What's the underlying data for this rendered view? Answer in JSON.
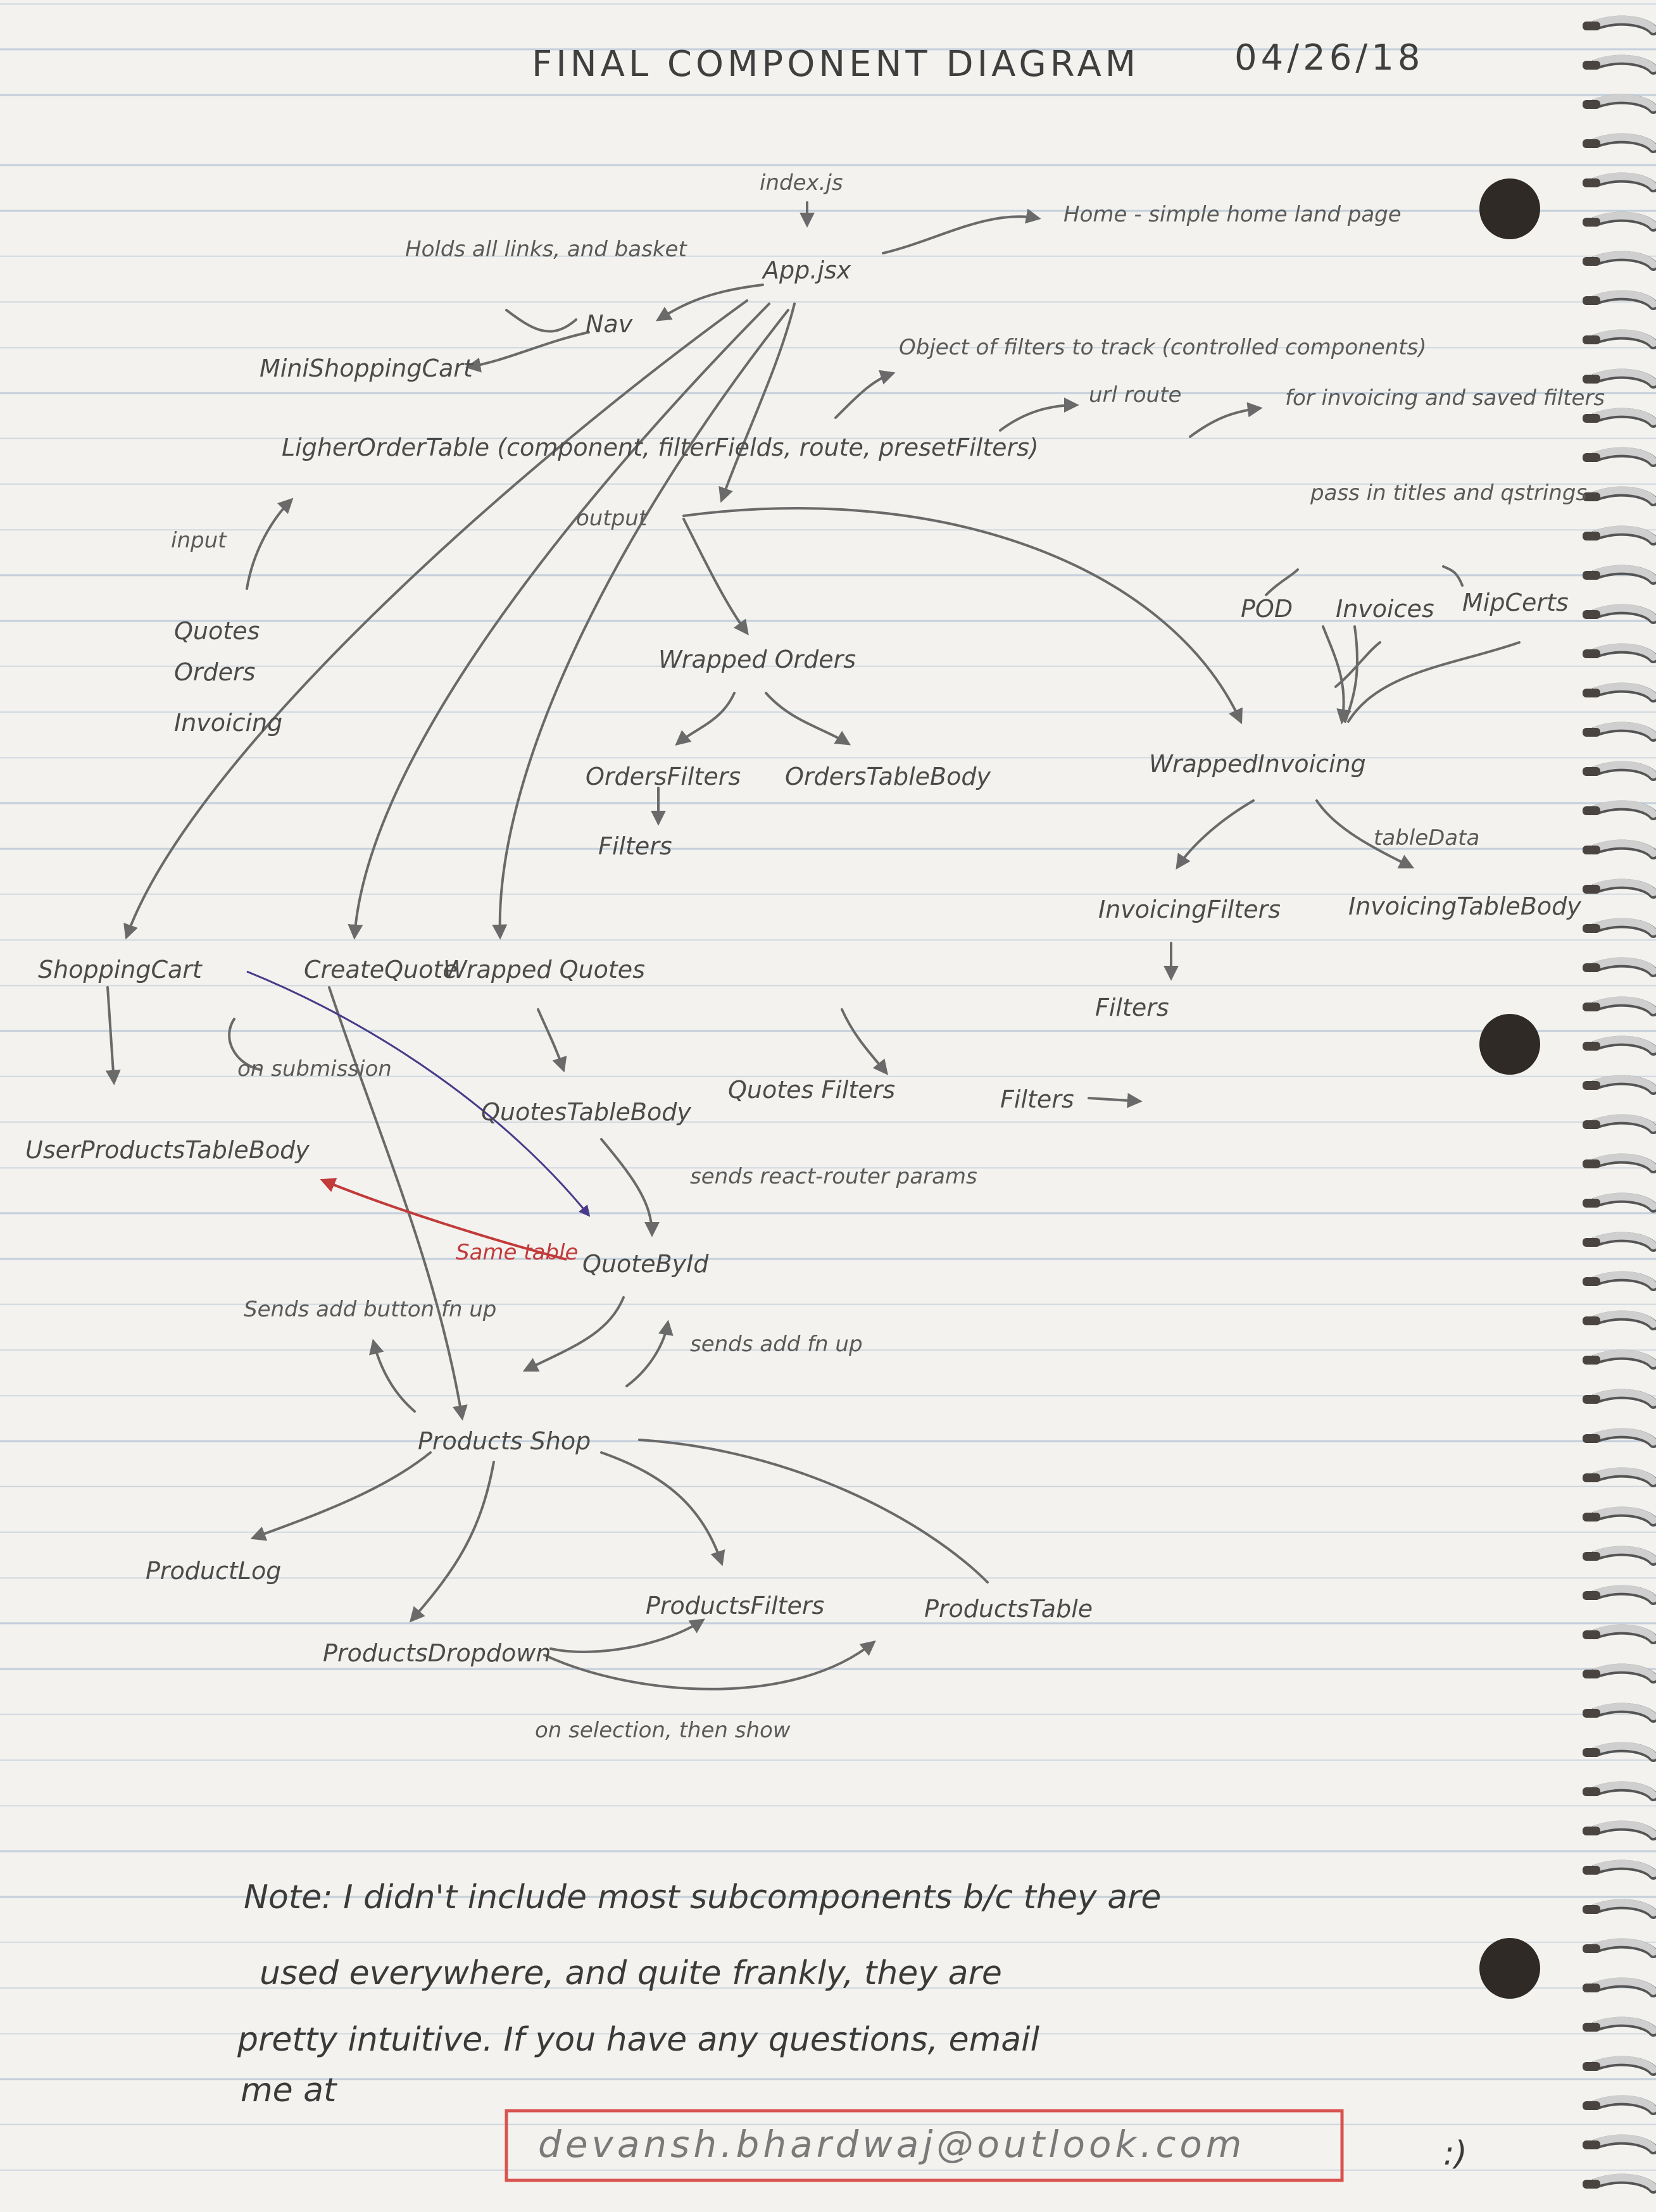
{
  "title": "FINAL COMPONENT DIAGRAM",
  "date": "04/26/18",
  "nodes": {
    "index": "index.js",
    "app": "App.jsx",
    "home": "Home - simple home land page",
    "nav_note": "Holds all links, and basket",
    "nav": "Nav",
    "mini_cart": "MiniShoppingCart",
    "ligher_order_table": "LigherOrderTable (component, filterFields, route, presetFilters)",
    "filters_note": "Object of filters to track (controlled components)",
    "url_route": "url route",
    "invoicing_note": "for invoicing and saved filters",
    "pass_titles": "pass in titles and qstrings",
    "input": "input",
    "output": "output",
    "quotes": "Quotes",
    "orders": "Orders",
    "invoicing": "Invoicing",
    "pod": "POD",
    "invoices": "Invoices",
    "mipcerts": "MipCerts",
    "wrapped_orders": "Wrapped Orders",
    "orders_filters": "OrdersFilters",
    "orders_table_body": "OrdersTableBody",
    "filters_orders": "Filters",
    "wrapped_invoicing": "WrappedInvoicing",
    "invoicing_filters": "InvoicingFilters",
    "table_data": "tableData",
    "invoicing_table_body": "InvoicingTableBody",
    "filters_invoicing": "Filters",
    "shopping_cart": "ShoppingCart",
    "create_quote": "CreateQuote",
    "wrapped_quotes": "Wrapped Quotes",
    "on_submission": "on submission",
    "quotes_table_body": "QuotesTableBody",
    "quotes_filters": "Quotes Filters",
    "filters_quotes": "Filters",
    "user_products_table_body": "UserProductsTableBody",
    "sends_router_params": "sends react-router params",
    "same_table": "Same table",
    "quote_by_id": "QuoteById",
    "sends_add_button": "Sends add button fn up",
    "sends_add_fn": "sends add fn up",
    "products_shop": "Products Shop",
    "product_log": "ProductLog",
    "products_dropdown": "ProductsDropdown",
    "products_filters": "ProductsFilters",
    "products_table": "ProductsTable",
    "on_selection": "on selection, then show"
  },
  "footer": {
    "line1": "Note: I didn't include most subcomponents b/c they are",
    "line2": "used everywhere, and quite frankly, they are",
    "line3": "pretty intuitive. If you have any questions, email",
    "line4": "me at",
    "email": "devansh.bhardwaj@outlook.com",
    "smiley": ":)"
  },
  "colors": {
    "paper": "#f3f2ee",
    "pencil": "#4b4b4b",
    "rule_line": "#b9c8d8",
    "red_ink": "#c23a3a",
    "purple_ink": "#4a3a8a",
    "email_box": "#d9534f"
  }
}
